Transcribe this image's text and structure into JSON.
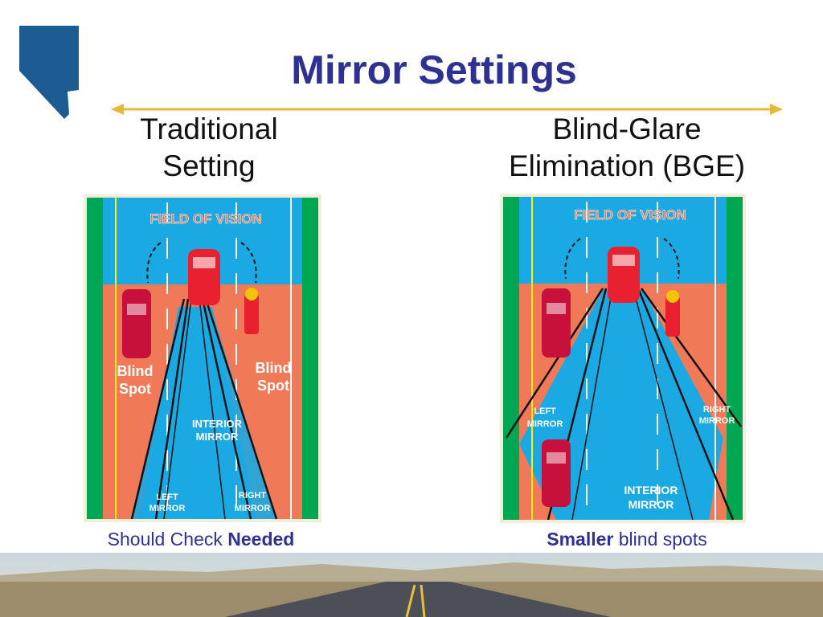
{
  "slide": {
    "title": "Mirror Settings",
    "left_heading_line1": "Traditional",
    "left_heading_line2": "Setting",
    "right_heading_line1": "Blind-Glare",
    "right_heading_line2": "Elimination (BGE)",
    "left_caption_normal": "Should Check ",
    "left_caption_bold": "Needed",
    "right_caption_bold": "Smaller",
    "right_caption_normal": " blind spots"
  },
  "left_diagram": {
    "field_of_vision": "FIELD OF VISION",
    "blind_spot_left_1": "Blind",
    "blind_spot_left_2": "Spot",
    "blind_spot_right_1": "Blind",
    "blind_spot_right_2": "Spot",
    "interior_1": "INTERIOR",
    "interior_2": "MIRROR",
    "left_mirror_1": "LEFT",
    "left_mirror_2": "MIRROR",
    "right_mirror_1": "RIGHT",
    "right_mirror_2": "MIRROR"
  },
  "right_diagram": {
    "field_of_vision": "FIELD OF VISION",
    "left_mirror_1": "LEFT",
    "left_mirror_2": "MIRROR",
    "right_mirror_1": "RIGHT",
    "right_mirror_2": "MIRROR",
    "interior_1": "INTERIOR",
    "interior_2": "MIRROR"
  },
  "colors": {
    "title": "#2e3192",
    "road": "#1aa9e3",
    "blind_zone": "#f07a58",
    "grass": "#00a651",
    "arrow_line": "#e8b83a",
    "car": "#c8103c"
  }
}
